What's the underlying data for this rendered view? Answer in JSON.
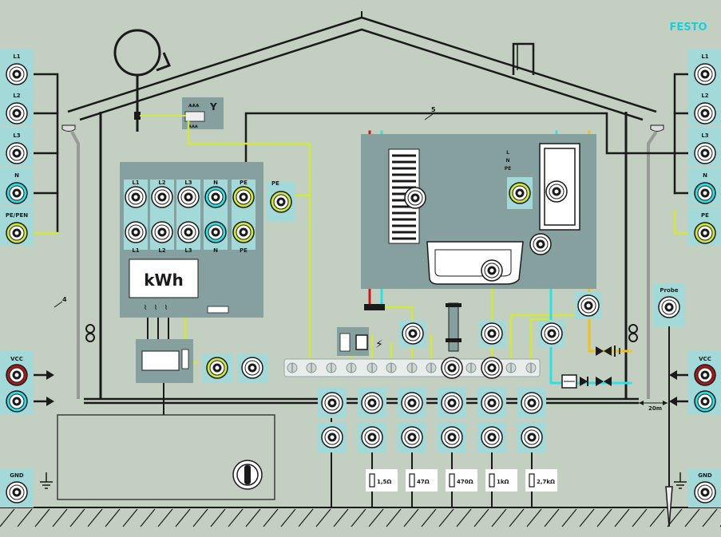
{
  "brand": "FESTO",
  "left_panel": {
    "sockets": [
      "L1",
      "L2",
      "L3",
      "N",
      "PE/PEN"
    ],
    "vcc_label": "VCC",
    "gnd_label": "GND"
  },
  "right_panel": {
    "sockets": [
      "L1",
      "L2",
      "L3",
      "N",
      "PE"
    ],
    "probe_label": "Probe",
    "vcc_label": "VCC",
    "gnd_label": "GND"
  },
  "meter_box": {
    "top_labels": [
      "L1",
      "L2",
      "L3",
      "N",
      "PE"
    ],
    "bottom_labels": [
      "L1",
      "L2",
      "L3",
      "N",
      "PE"
    ],
    "meter_label": "kWh",
    "pe_label": "PE"
  },
  "bathroom": {
    "boiler_terminals": [
      "L",
      "N",
      "PE"
    ]
  },
  "resistors": [
    "1,5Ω",
    "47Ω",
    "470Ω",
    "1kΩ",
    "2,7kΩ"
  ],
  "distance_label": "20m",
  "cable_marks": [
    "5",
    "4"
  ],
  "colors": {
    "background": "#c3cfc1",
    "panel": "#86a0a0",
    "socket_bg": "#a4d9d9",
    "yellow_green": "#cfe83a",
    "cyan": "#2de0e8",
    "red": "#cc1818",
    "yellow": "#f0c020",
    "brand": "#1ad0d8",
    "vcc_red": "#b01818"
  }
}
